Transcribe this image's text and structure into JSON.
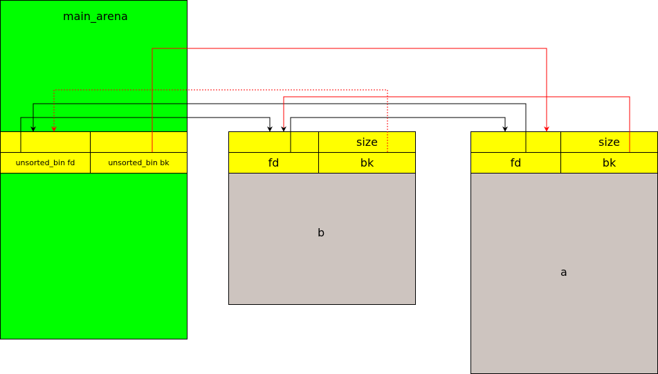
{
  "main_arena": {
    "title": "main_arena",
    "fd_label": "unsorted_bin fd",
    "bk_label": "unsorted_bin bk"
  },
  "chunk_b": {
    "name": "b",
    "size_label": "size",
    "fd_label": "fd",
    "bk_label": "bk"
  },
  "chunk_a": {
    "name": "a",
    "size_label": "size",
    "fd_label": "fd",
    "bk_label": "bk"
  },
  "colors": {
    "arena_fill": "#00ff00",
    "header_fill": "#ffff00",
    "chunk_fill": "#cdc4bf",
    "forward_link": "#000000",
    "backward_link": "#ff0000"
  }
}
